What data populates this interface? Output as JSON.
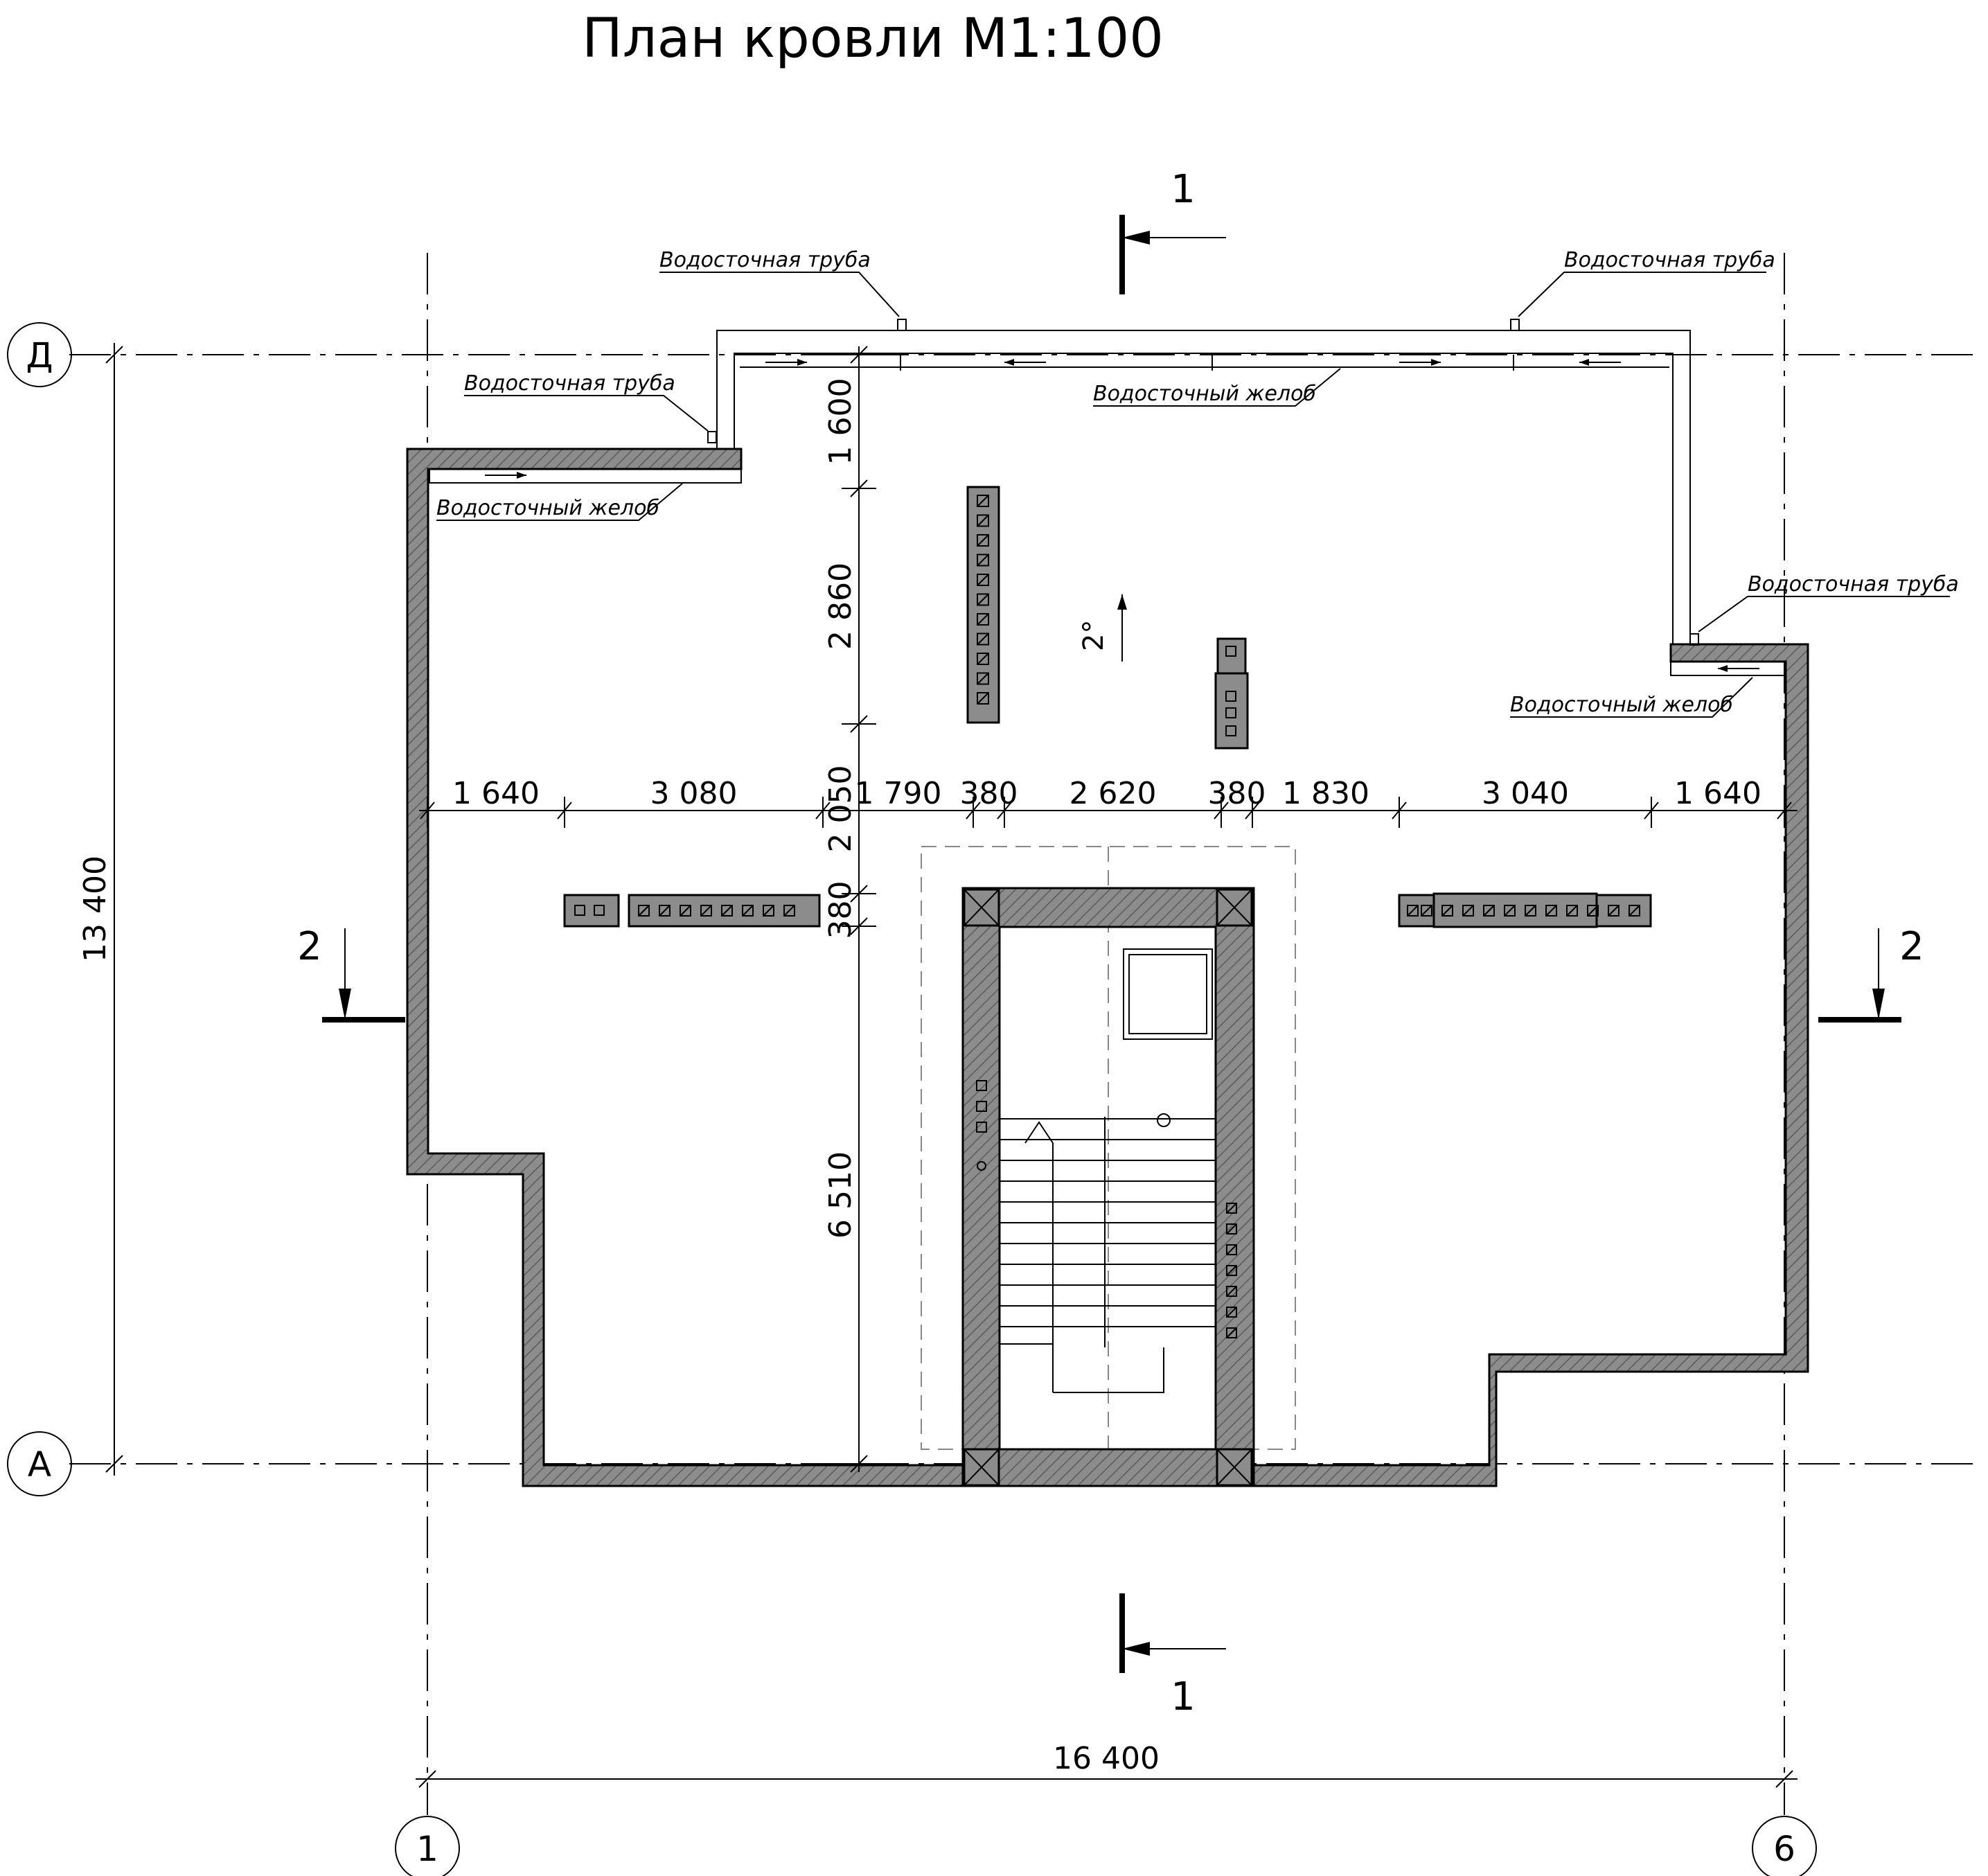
{
  "title": "План кровли М1:100",
  "axes": {
    "row_top": "Д",
    "row_bottom": "А",
    "col_left": "1",
    "col_right": "6"
  },
  "sections": {
    "section_1": "1",
    "section_2": "2"
  },
  "slope": "2°",
  "annotations": {
    "downpipe": "Водосточная труба",
    "gutter": "Водосточный желоб"
  },
  "dimensions": {
    "overall_width": "16 400",
    "overall_height": "13 400",
    "horizontal_chain": [
      "1 640",
      "3 080",
      "1 790",
      "380",
      "2 620",
      "380",
      "1 830",
      "3 040",
      "1 640"
    ],
    "vertical_chain": [
      "1 600",
      "2 860",
      "2 050",
      "380",
      "6 510"
    ]
  },
  "colors": {
    "line": "#000000",
    "wall_fill": "#8c8c8c",
    "hidden_line": "#888888"
  }
}
